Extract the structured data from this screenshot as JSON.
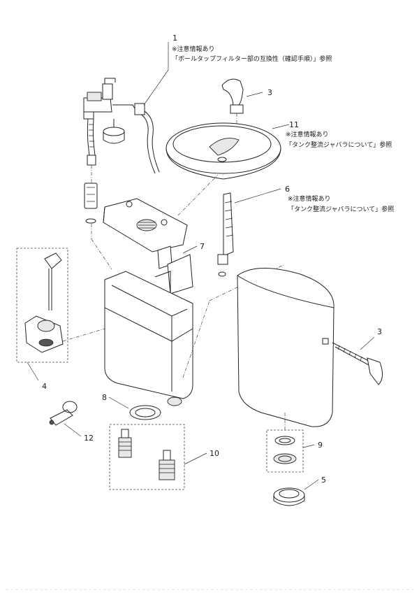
{
  "labels": {
    "p1": "1",
    "p1_note1": "※注意情報あり",
    "p1_note2": "「ボールタップフィルター部の互換性（確認手順）」参照",
    "p3a": "3",
    "p11": "11",
    "p11_note1": "※注意情報あり",
    "p11_note2": "「タンク整流ジャバラについて」参照",
    "p6": "6",
    "p6_note1": "※注意情報あり",
    "p6_note2": "「タンク整流ジャバラについて」参照",
    "p7": "7",
    "p3b": "3",
    "p4": "4",
    "p8": "8",
    "p12": "12",
    "p10": "10",
    "p9": "9",
    "p5": "5"
  }
}
